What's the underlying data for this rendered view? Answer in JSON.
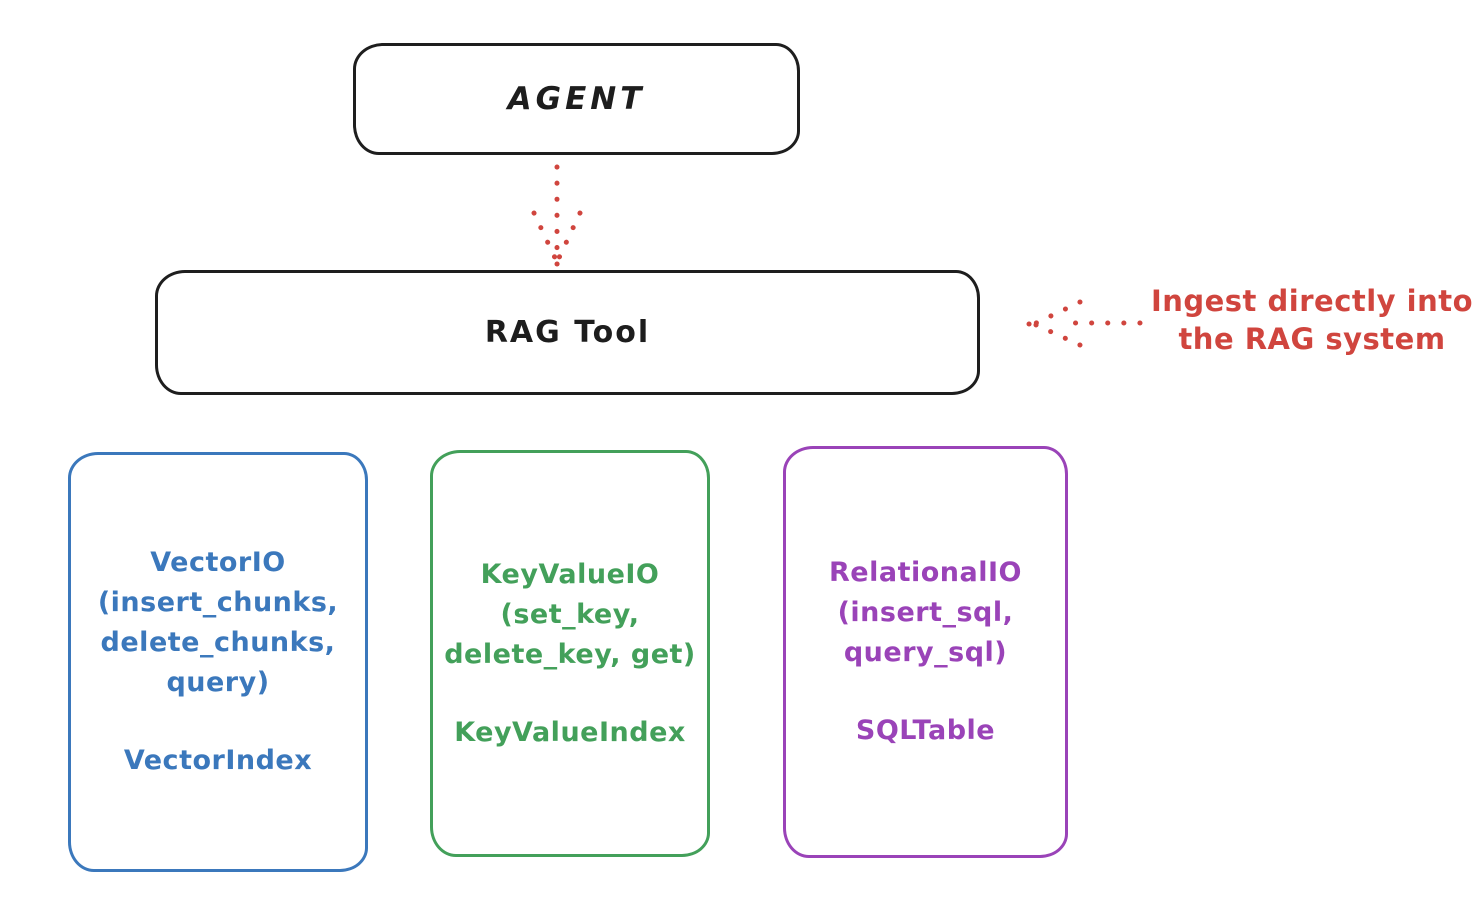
{
  "nodes": {
    "agent": {
      "label": "AGENT",
      "stroke": "#1e1e1e"
    },
    "rag_tool": {
      "label": "RAG Tool",
      "stroke": "#1e1e1e"
    },
    "vector": {
      "body": "VectorIO\n(insert_chunks,\ndelete_chunks,\nquery)",
      "footer": "VectorIndex",
      "color": "#3b78bc"
    },
    "keyvalue": {
      "body": "KeyValueIO\n(set_key,\ndelete_key, get)",
      "footer": "KeyValueIndex",
      "color": "#43a05a"
    },
    "relational": {
      "body": "RelationalIO\n(insert_sql,\nquery_sql)",
      "footer": "SQLTable",
      "color": "#9a43b8"
    }
  },
  "annotation": {
    "text": "Ingest directly into\nthe RAG system",
    "color": "#d0453e"
  },
  "edges": [
    {
      "from": "agent",
      "to": "rag_tool",
      "style": "dotted",
      "color": "#d0453e"
    },
    {
      "from": "annotation",
      "to": "rag_tool",
      "style": "dotted",
      "color": "#d0453e"
    }
  ],
  "background": "#ffffff"
}
